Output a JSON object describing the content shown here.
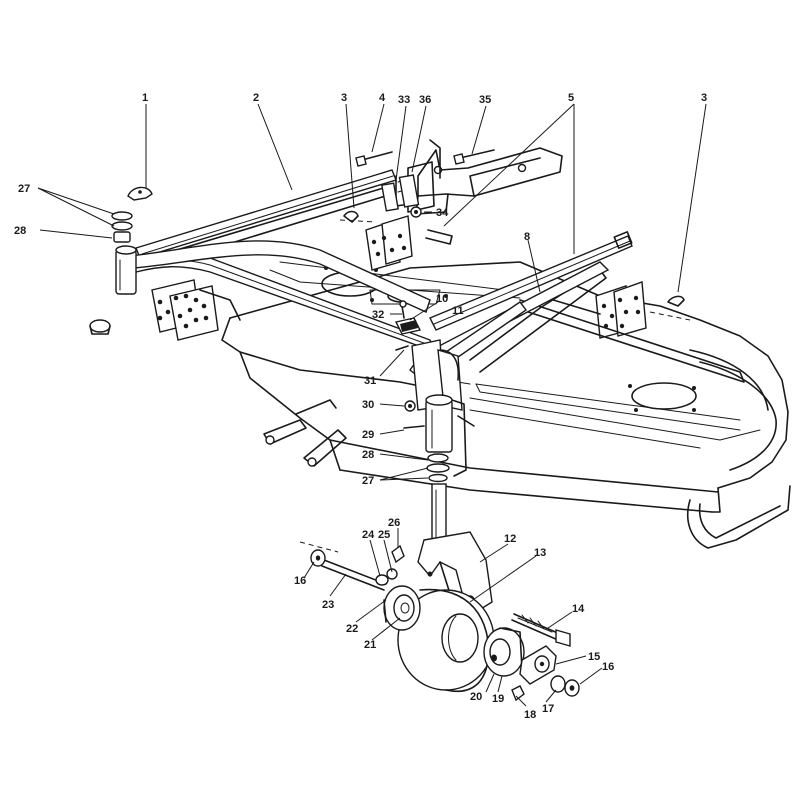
{
  "diagram": {
    "callouts": [
      {
        "id": "c1",
        "text": "1"
      },
      {
        "id": "c2",
        "text": "2"
      },
      {
        "id": "c3a",
        "text": "3"
      },
      {
        "id": "c4",
        "text": "4"
      },
      {
        "id": "c33",
        "text": "33"
      },
      {
        "id": "c36",
        "text": "36"
      },
      {
        "id": "c35",
        "text": "35"
      },
      {
        "id": "c5",
        "text": "5"
      },
      {
        "id": "c3b",
        "text": "3"
      },
      {
        "id": "c27a",
        "text": "27"
      },
      {
        "id": "c28a",
        "text": "28"
      },
      {
        "id": "c34",
        "text": "34"
      },
      {
        "id": "c8",
        "text": "8"
      },
      {
        "id": "c10",
        "text": "10"
      },
      {
        "id": "c11",
        "text": "11"
      },
      {
        "id": "c32",
        "text": "32"
      },
      {
        "id": "c31",
        "text": "31"
      },
      {
        "id": "c30",
        "text": "30"
      },
      {
        "id": "c29",
        "text": "29"
      },
      {
        "id": "c28b",
        "text": "28"
      },
      {
        "id": "c27b",
        "text": "27"
      },
      {
        "id": "c26",
        "text": "26"
      },
      {
        "id": "c24",
        "text": "24"
      },
      {
        "id": "c25",
        "text": "25"
      },
      {
        "id": "c12",
        "text": "12"
      },
      {
        "id": "c13",
        "text": "13"
      },
      {
        "id": "c16a",
        "text": "16"
      },
      {
        "id": "c23",
        "text": "23"
      },
      {
        "id": "c22",
        "text": "22"
      },
      {
        "id": "c21",
        "text": "21"
      },
      {
        "id": "c14",
        "text": "14"
      },
      {
        "id": "c15",
        "text": "15"
      },
      {
        "id": "c16b",
        "text": "16"
      },
      {
        "id": "c20",
        "text": "20"
      },
      {
        "id": "c19",
        "text": "19"
      },
      {
        "id": "c18",
        "text": "18"
      },
      {
        "id": "c17",
        "text": "17"
      }
    ]
  }
}
